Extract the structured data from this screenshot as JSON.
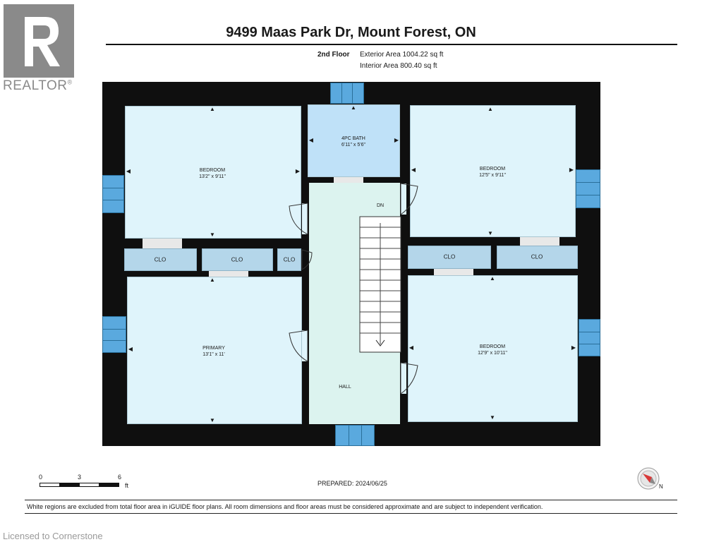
{
  "logo": {
    "text": "REALTOR",
    "mark": "®"
  },
  "header": {
    "address": "9499 Maas Park Dr, Mount Forest, ON",
    "floor": "2nd Floor",
    "exterior_area": "Exterior Area 1004.22 sq ft",
    "interior_area": "Interior Area 800.40 sq ft"
  },
  "rooms": {
    "bedroom_nw": {
      "name": "BEDROOM",
      "dims": "13'2\" x 9'11\""
    },
    "bath": {
      "name": "4PC BATH",
      "dims": "6'11\" x 5'6\""
    },
    "bedroom_ne": {
      "name": "BEDROOM",
      "dims": "12'5\" x 9'11\""
    },
    "primary": {
      "name": "PRIMARY",
      "dims": "13'1\" x 11'"
    },
    "bedroom_se": {
      "name": "BEDROOM",
      "dims": "12'9\" x 10'11\""
    },
    "hall": {
      "name": "HALL"
    },
    "stairs": {
      "label": "DN"
    },
    "closet_label": "CLO"
  },
  "scale": {
    "zero": "0",
    "three": "3",
    "six": "6",
    "unit": "ft"
  },
  "prepared": "PREPARED: 2024/06/25",
  "compass": {
    "north": "N"
  },
  "disclaimer": "White regions are excluded from total floor area in iGUIDE floor plans. All room dimensions and floor areas must be considered approximate and are subject to independent verification.",
  "watermark": "Licensed to Cornerstone",
  "colors": {
    "wall": "#0f0f0f",
    "room": "#dff4fb",
    "bath": "#bfe1f8",
    "closet": "#b4d6ea",
    "hall": "#dcf3ef",
    "window": "#5aa9de"
  }
}
